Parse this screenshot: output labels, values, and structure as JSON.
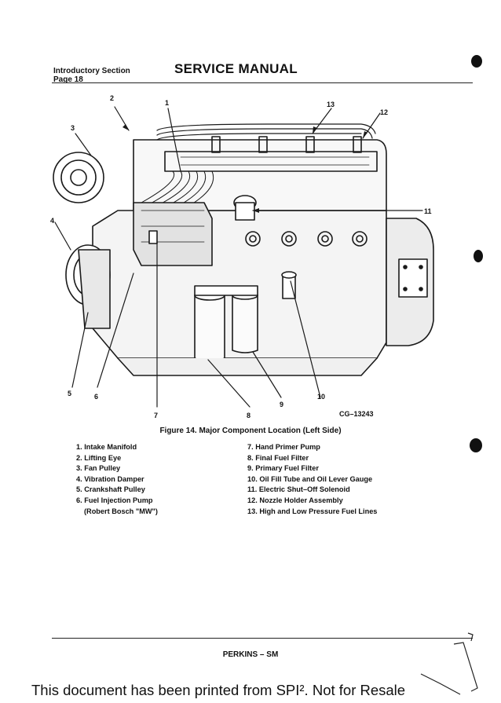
{
  "header": {
    "section": "Introductory Section",
    "page": "Page 18",
    "title": "SERVICE MANUAL"
  },
  "figure": {
    "drawing_number": "CG–13243",
    "caption": "Figure 14. Major Component Location (Left Side)",
    "callouts": [
      "1",
      "2",
      "3",
      "4",
      "5",
      "6",
      "7",
      "8",
      "9",
      "10",
      "11",
      "12",
      "13"
    ]
  },
  "legend": {
    "left": [
      "1. Intake Manifold",
      "2. Lifting Eye",
      "3. Fan Pulley",
      "4. Vibration Damper",
      "5. Crankshaft Pulley",
      "6. Fuel Injection Pump",
      "(Robert Bosch \"MW\")"
    ],
    "right": [
      "7. Hand Primer Pump",
      "8. Final Fuel Filter",
      "9. Primary Fuel Filter",
      "10. Oil Fill Tube and Oil Lever Gauge",
      "11. Electric Shut–Off Solenoid",
      "12. Nozzle Holder Assembly",
      "13. High and Low Pressure Fuel Lines"
    ]
  },
  "footer": {
    "brand": "PERKINS – SM",
    "notice": "This document has been printed from SPI². Not for Resale"
  }
}
